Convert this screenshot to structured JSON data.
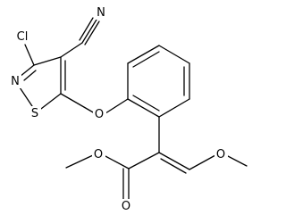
{
  "molecule": {
    "atom_labels": {
      "cl": "Cl",
      "n_nitrile": "N",
      "n_ring": "N",
      "s_ring": "S",
      "o_ether": "O",
      "o_methoxy_ester": "O",
      "o_carbonyl": "O",
      "o_enol_ether": "O"
    }
  }
}
